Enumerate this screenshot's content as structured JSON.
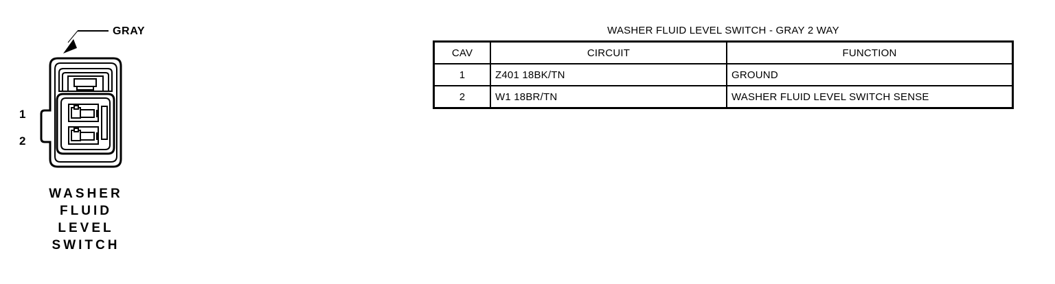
{
  "connector": {
    "color_callout": "GRAY",
    "cavity_numbers": [
      "1",
      "2"
    ],
    "caption_lines": [
      "WASHER",
      "FLUID",
      "LEVEL",
      "SWITCH"
    ],
    "line_color": "#000000",
    "fill_color": "#FFFFFF"
  },
  "table": {
    "title": "WASHER FLUID LEVEL SWITCH - GRAY 2 WAY",
    "columns": [
      "CAV",
      "CIRCUIT",
      "FUNCTION"
    ],
    "rows": [
      {
        "cav": "1",
        "circuit": "Z401  18BK/TN",
        "function": "GROUND"
      },
      {
        "cav": "2",
        "circuit": "W1  18BR/TN",
        "function": "WASHER FLUID LEVEL SWITCH SENSE"
      }
    ]
  }
}
